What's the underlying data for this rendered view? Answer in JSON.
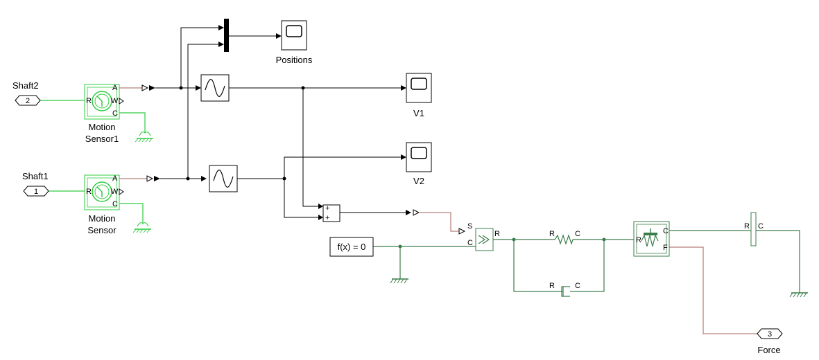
{
  "blocks": {
    "shaft2": {
      "label": "Shaft2",
      "port": "2"
    },
    "shaft1": {
      "label": "Shaft1",
      "port": "1"
    },
    "force": {
      "label": "Force",
      "port": "3"
    },
    "motion_sensor1": {
      "line1": "Motion",
      "line2": "Sensor1"
    },
    "motion_sensor": {
      "line1": "Motion",
      "line2": "Sensor"
    },
    "scope_positions": {
      "label": "Positions"
    },
    "scope_v1": {
      "label": "V1"
    },
    "scope_v2": {
      "label": "V2"
    },
    "solver": {
      "label": "f(x) = 0"
    },
    "sum": {
      "plus": "+"
    }
  },
  "port_labels": {
    "A": "A",
    "R": "R",
    "W": "W",
    "C": "C",
    "S": "S",
    "F": "F"
  }
}
